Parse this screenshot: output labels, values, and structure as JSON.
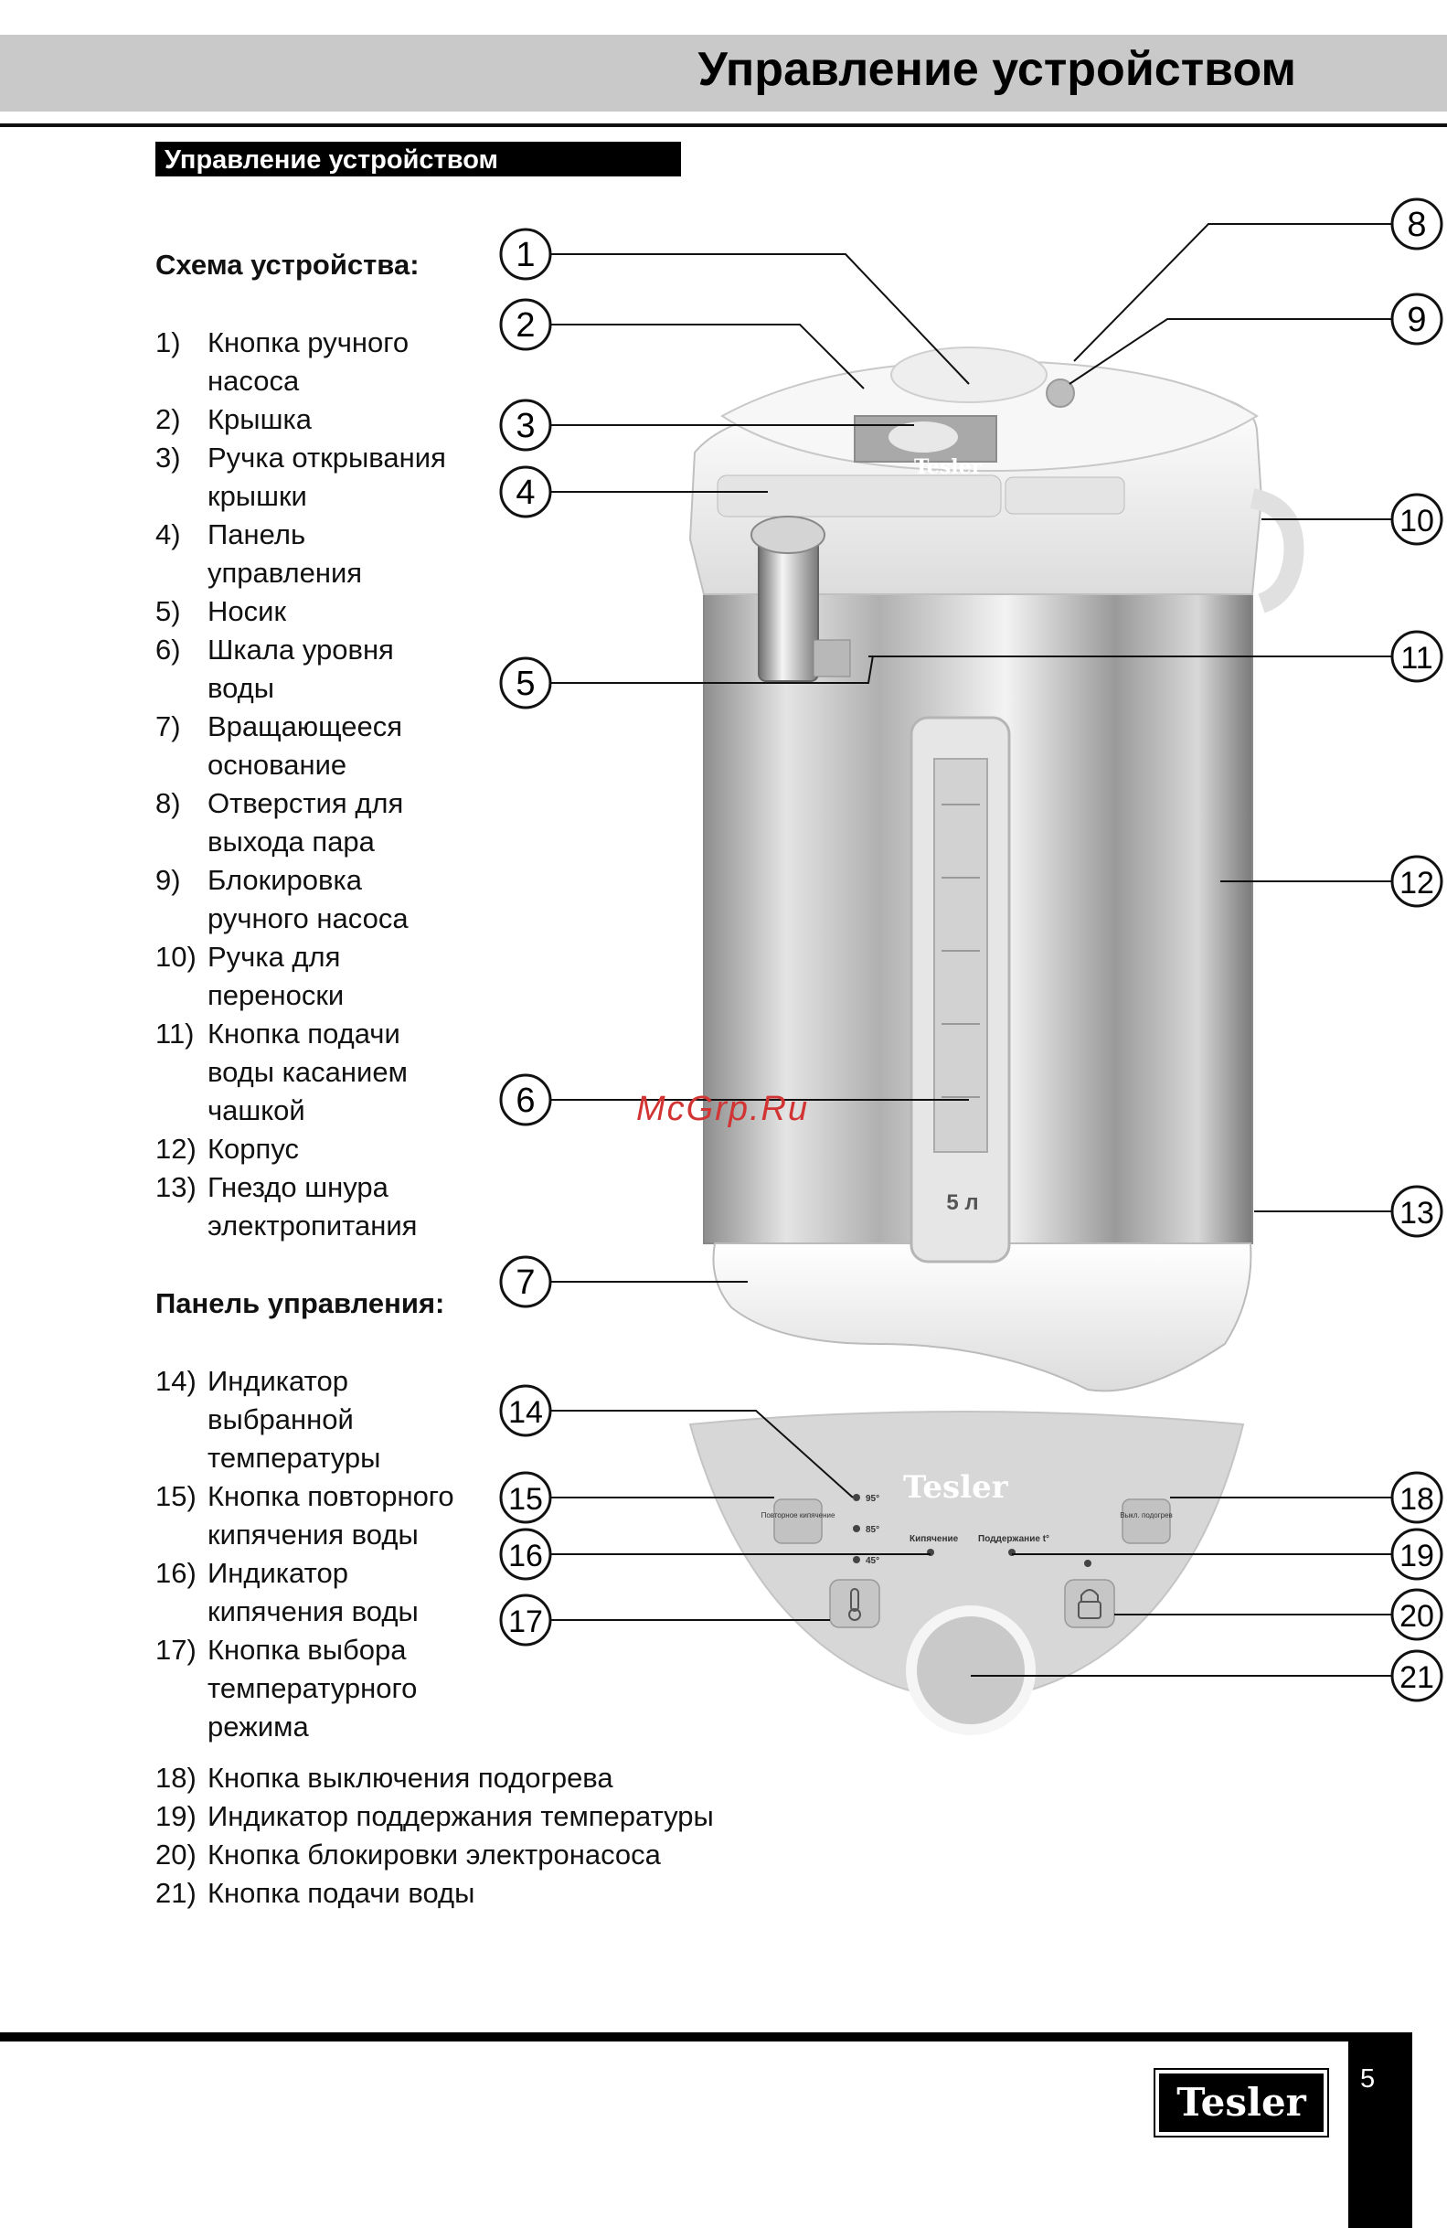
{
  "header": {
    "title": "Управление устройством"
  },
  "section": {
    "title": "Управление устройством"
  },
  "scheme": {
    "heading": "Схема устройства:",
    "items": [
      {
        "num": "1)",
        "text": "Кнопка ручного насоса"
      },
      {
        "num": "2)",
        "text": "Крышка"
      },
      {
        "num": "3)",
        "text": "Ручка открывания крышки"
      },
      {
        "num": "4)",
        "text": "Панель управления"
      },
      {
        "num": "5)",
        "text": "Носик"
      },
      {
        "num": "6)",
        "text": "Шкала уровня воды"
      },
      {
        "num": "7)",
        "text": "Вращающееся основание"
      },
      {
        "num": "8)",
        "text": "Отверстия для выхода пара"
      },
      {
        "num": "9)",
        "text": "Блокировка ручного насоса"
      },
      {
        "num": "10)",
        "text": "Ручка для переноски"
      },
      {
        "num": "11)",
        "text": "Кнопка подачи воды касанием чашкой"
      },
      {
        "num": "12)",
        "text": "Корпус"
      },
      {
        "num": "13)",
        "text": "Гнездо шнура электропитания"
      }
    ]
  },
  "panel": {
    "heading": "Панель управления:",
    "items": [
      {
        "num": "14)",
        "text": "Индикатор выбранной температуры"
      },
      {
        "num": "15)",
        "text": "Кнопка повторного кипячения воды"
      },
      {
        "num": "16)",
        "text": "Индикатор кипячения воды"
      },
      {
        "num": "17)",
        "text": "Кнопка выбора температурного режима"
      },
      {
        "num": "18)",
        "text": "Кнопка выключения подогрева"
      },
      {
        "num": "19)",
        "text": "Индикатор поддержания температуры"
      },
      {
        "num": "20)",
        "text": "Кнопка блокировки электронасоса"
      },
      {
        "num": "21)",
        "text": "Кнопка подачи воды"
      }
    ]
  },
  "callouts": [
    "1",
    "2",
    "3",
    "4",
    "5",
    "6",
    "7",
    "8",
    "9",
    "10",
    "11",
    "12",
    "13",
    "14",
    "15",
    "16",
    "17",
    "18",
    "19",
    "20",
    "21"
  ],
  "device": {
    "brand": "Tesler",
    "volume": "5 л",
    "panel_labels": {
      "reboil": "Повторное кипячение",
      "heat_off": "Выкл. подогрев",
      "boiling": "Кипячение",
      "keep_warm": "Поддержание t°",
      "temp_95": "95°",
      "temp_85": "85°",
      "temp_45": "45°"
    }
  },
  "watermark": "McGrp.Ru",
  "footer": {
    "page": "5",
    "logo": "Tesler"
  }
}
